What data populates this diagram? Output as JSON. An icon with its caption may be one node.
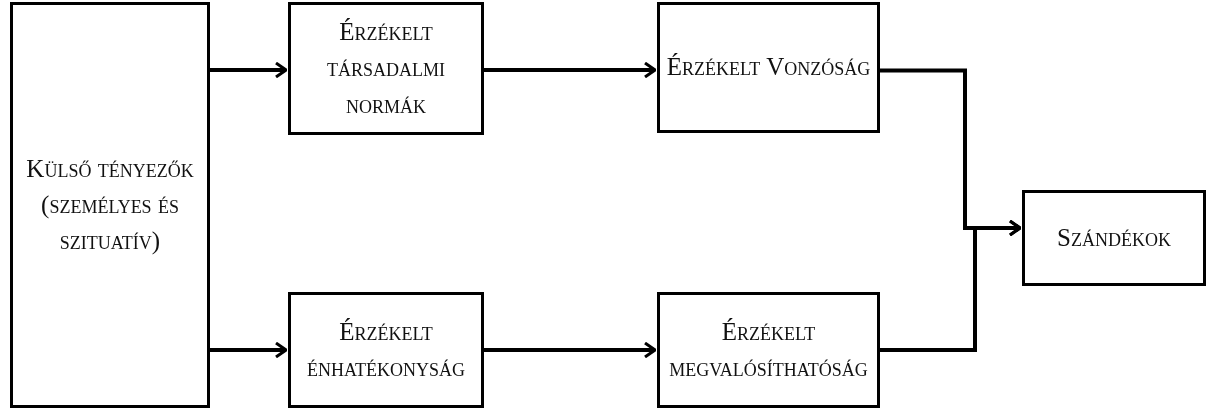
{
  "diagram": {
    "nodes": [
      {
        "text": [
          "Külső tényezők (személyes és szituatív)"
        ]
      },
      {
        "text": [
          "Érzékelt társadalmi normák"
        ]
      },
      {
        "text": [
          "Érzékelt Vonzóság"
        ]
      },
      {
        "text": [
          "Szándékok"
        ]
      },
      {
        "text": [
          "Érzékelt énhatékonyság"
        ]
      },
      {
        "text": [
          "Érzékelt megvalósíthatóság"
        ]
      }
    ],
    "edges": [
      {
        "from": 0,
        "to": 1,
        "arrow": "to"
      },
      {
        "from": 0,
        "to": 4,
        "arrow": "to"
      },
      {
        "from": 1,
        "to": 2,
        "arrow": "to"
      },
      {
        "from": 4,
        "to": 5,
        "arrow": "to"
      },
      {
        "from": 2,
        "to": 3,
        "arrow": "to"
      },
      {
        "from": 5,
        "to": 3,
        "arrow": "to"
      }
    ]
  }
}
